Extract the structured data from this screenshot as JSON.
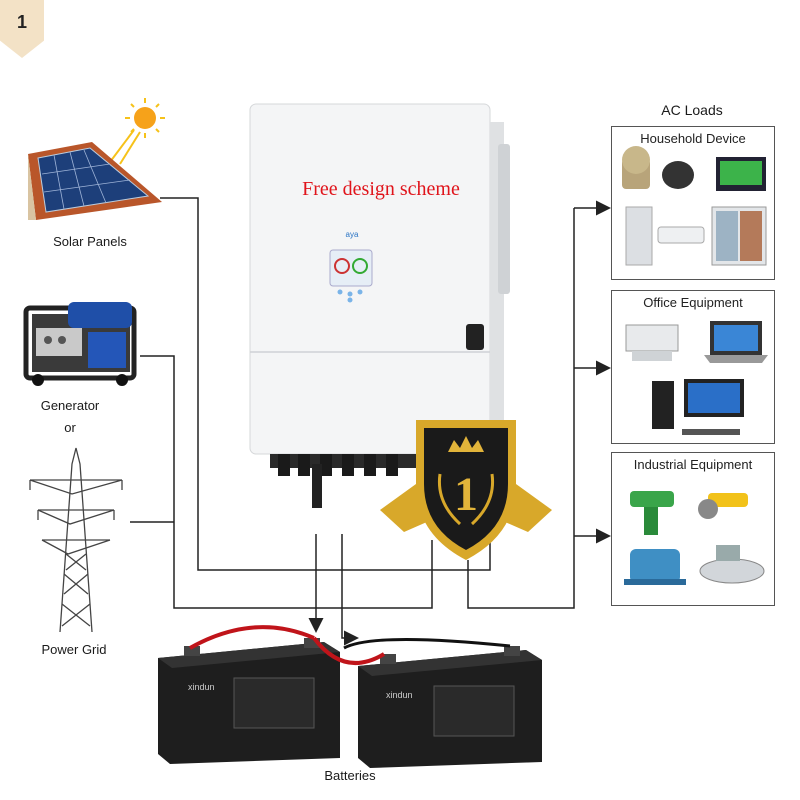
{
  "badge": {
    "number": "1"
  },
  "inverter": {
    "overlay_text": "Free design scheme",
    "brand": "aya"
  },
  "sources": {
    "solar_label": "Solar Panels",
    "generator_label": "Generator",
    "or_label": "or",
    "grid_label": "Power Grid"
  },
  "loads": {
    "heading": "AC Loads",
    "household_title": "Household Device",
    "office_title": "Office Equipment",
    "industrial_title": "Industrial Equipment"
  },
  "batteries": {
    "label": "Batteries",
    "brand": "xindun"
  },
  "emblem": {
    "numeral": "1"
  },
  "colors": {
    "inverter_text": "#e0141b",
    "cable_red": "#c0141a",
    "wire": "#222222",
    "gold": "#d8a82a"
  }
}
